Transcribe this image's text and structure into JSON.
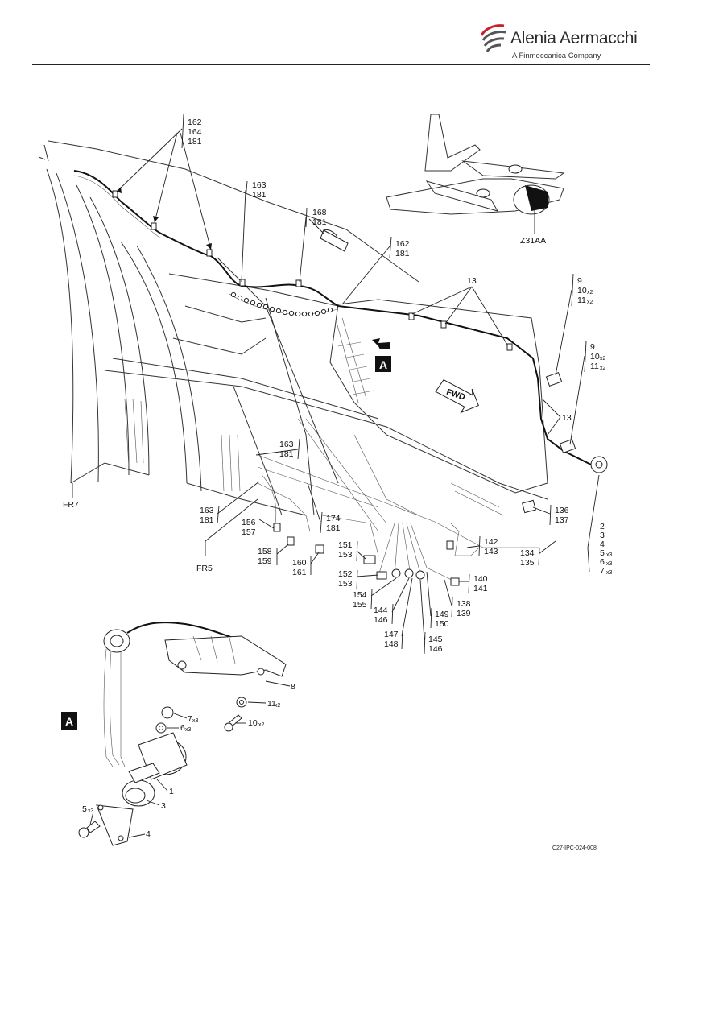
{
  "header": {
    "brand": "Alenia Aermacchi",
    "subtitle": "A Finmeccanica Company"
  },
  "drawing_number": "C27-IPC-024-008",
  "aircraft_zone": "Z31AA",
  "frames": [
    "FR7",
    "FR5"
  ],
  "fwd_label": "FWD",
  "detail_marker": "A",
  "callouts": {
    "c162_164_181": [
      "162",
      "164",
      "181"
    ],
    "c163_181_top": [
      "163",
      "181"
    ],
    "c168_181": [
      "168",
      "181"
    ],
    "c162_181": [
      "162",
      "181"
    ],
    "c13_top": "13",
    "c9_10_11_a": [
      "9",
      "10",
      "11"
    ],
    "c9_10_11_b": [
      "9",
      "10",
      "11"
    ],
    "c13_mid": "13",
    "c2_7": [
      "2",
      "3",
      "4",
      "5",
      "6",
      "7"
    ],
    "c163_181_mid": [
      "163",
      "181"
    ],
    "c163_181_low": [
      "163",
      "181"
    ],
    "c156_157": [
      "156",
      "157"
    ],
    "c174_181": [
      "174",
      "181"
    ],
    "c158_159": [
      "158",
      "159"
    ],
    "c160_161": [
      "160",
      "161"
    ],
    "c151_153": [
      "151",
      "153"
    ],
    "c152_153": [
      "152",
      "153"
    ],
    "c154_155": [
      "154",
      "155"
    ],
    "c144_146": [
      "144",
      "146"
    ],
    "c147_148": [
      "147",
      "148"
    ],
    "c145_146": [
      "145",
      "146"
    ],
    "c149_150": [
      "149",
      "150"
    ],
    "c138_139": [
      "138",
      "139"
    ],
    "c140_141": [
      "140",
      "141"
    ],
    "c142_143": [
      "142",
      "143"
    ],
    "c134_135": [
      "134",
      "135"
    ],
    "c136_137": [
      "136",
      "137"
    ],
    "detail": {
      "p8": "8",
      "p11": "11",
      "p10": "10",
      "p7": "7",
      "p6": "6",
      "p1": "1",
      "p3": "3",
      "p4": "4",
      "p5": "5"
    }
  },
  "qty": {
    "x2": "x2",
    "x3": "x3"
  }
}
